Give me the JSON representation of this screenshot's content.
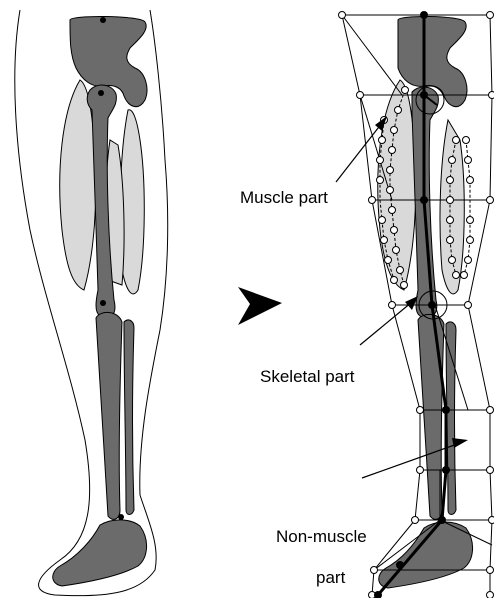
{
  "labels": {
    "muscle": "Muscle part",
    "skeletal": "Skeletal part",
    "non_muscle_line1": "Non-muscle",
    "non_muscle_line2": "part"
  },
  "colors": {
    "bone": "#6b6b6b",
    "muscle": "#d9d9d9",
    "outline": "#000000",
    "background": "#ffffff"
  }
}
